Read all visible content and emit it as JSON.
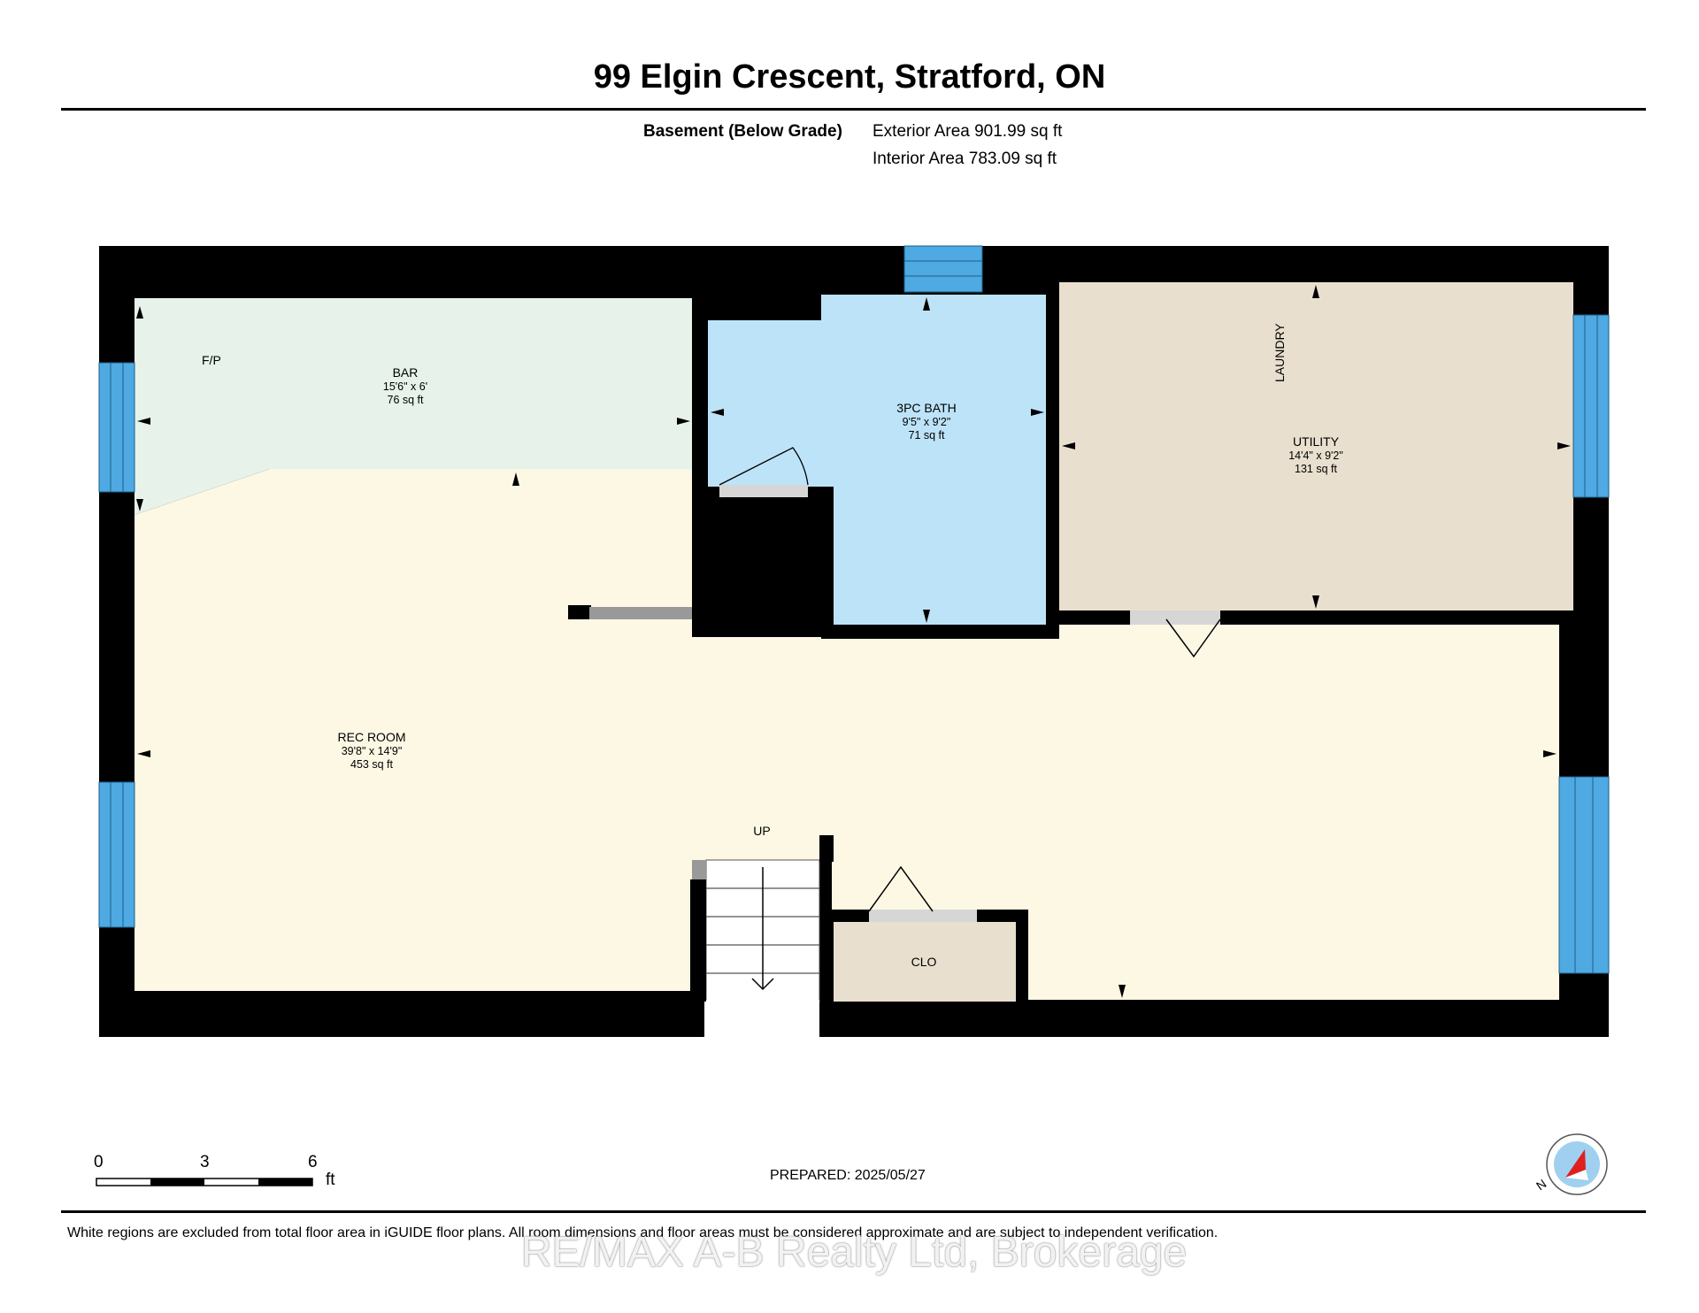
{
  "header": {
    "title": "99 Elgin Crescent, Stratford, ON",
    "floor_name": "Basement (Below Grade)",
    "exterior_area": "Exterior Area 901.99 sq ft",
    "interior_area": "Interior Area 783.09 sq ft"
  },
  "rooms": {
    "bar": {
      "name": "BAR",
      "dims": "15'6\" x 6'",
      "area": "76 sq ft"
    },
    "bath": {
      "name": "3PC BATH",
      "dims": "9'5\" x 9'2\"",
      "area": "71 sq ft"
    },
    "utility": {
      "name": "UTILITY",
      "dims": "14'4\" x 9'2\"",
      "area": "131 sq ft"
    },
    "rec": {
      "name": "REC ROOM",
      "dims": "39'8\" x 14'9\"",
      "area": "453 sq ft"
    },
    "clo": {
      "name": "CLO"
    }
  },
  "labels": {
    "fireplace": "F/P",
    "laundry": "LAUNDRY",
    "stairs_up": "UP"
  },
  "scale": {
    "zero": "0",
    "mid": "3",
    "max": "6",
    "unit": "ft"
  },
  "compass": {
    "north_letter": "N"
  },
  "footer": {
    "prepared": "PREPARED: 2025/05/27",
    "disclaimer": "White regions are excluded from total floor area in iGUIDE floor plans. All room dimensions and floor areas must be considered approximate and are subject to independent verification.",
    "watermark": "RE/MAX A-B Realty Ltd, Brokerage"
  },
  "colors": {
    "wall": "#000000",
    "window": "#4fa9e2",
    "bar_fill": "#e6f2ea",
    "bath_fill": "#bde3f8",
    "utility_fill": "#e8dfce",
    "rec_fill": "#fdf8e4",
    "closet_fill": "#e8dfce",
    "door": "#d6d6d6",
    "compass_arrow": "#e0201e",
    "compass_ring": "#9fd0ef"
  }
}
